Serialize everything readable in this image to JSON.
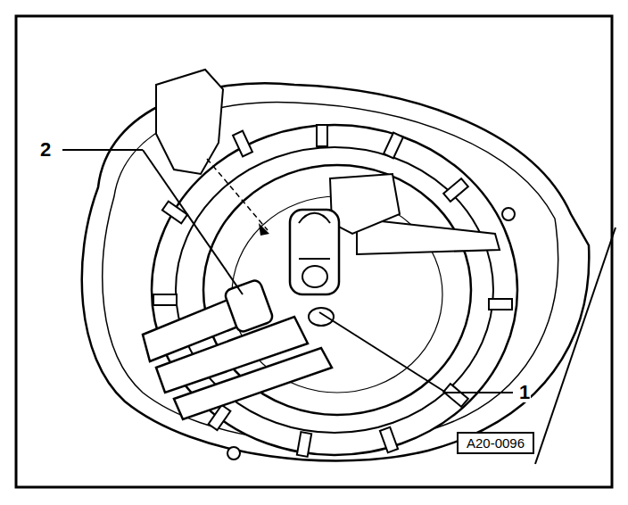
{
  "diagram": {
    "nodes": [
      {
        "text": [
          "A20-0096"
        ]
      }
    ],
    "labels": [
      "2",
      "1"
    ]
  }
}
